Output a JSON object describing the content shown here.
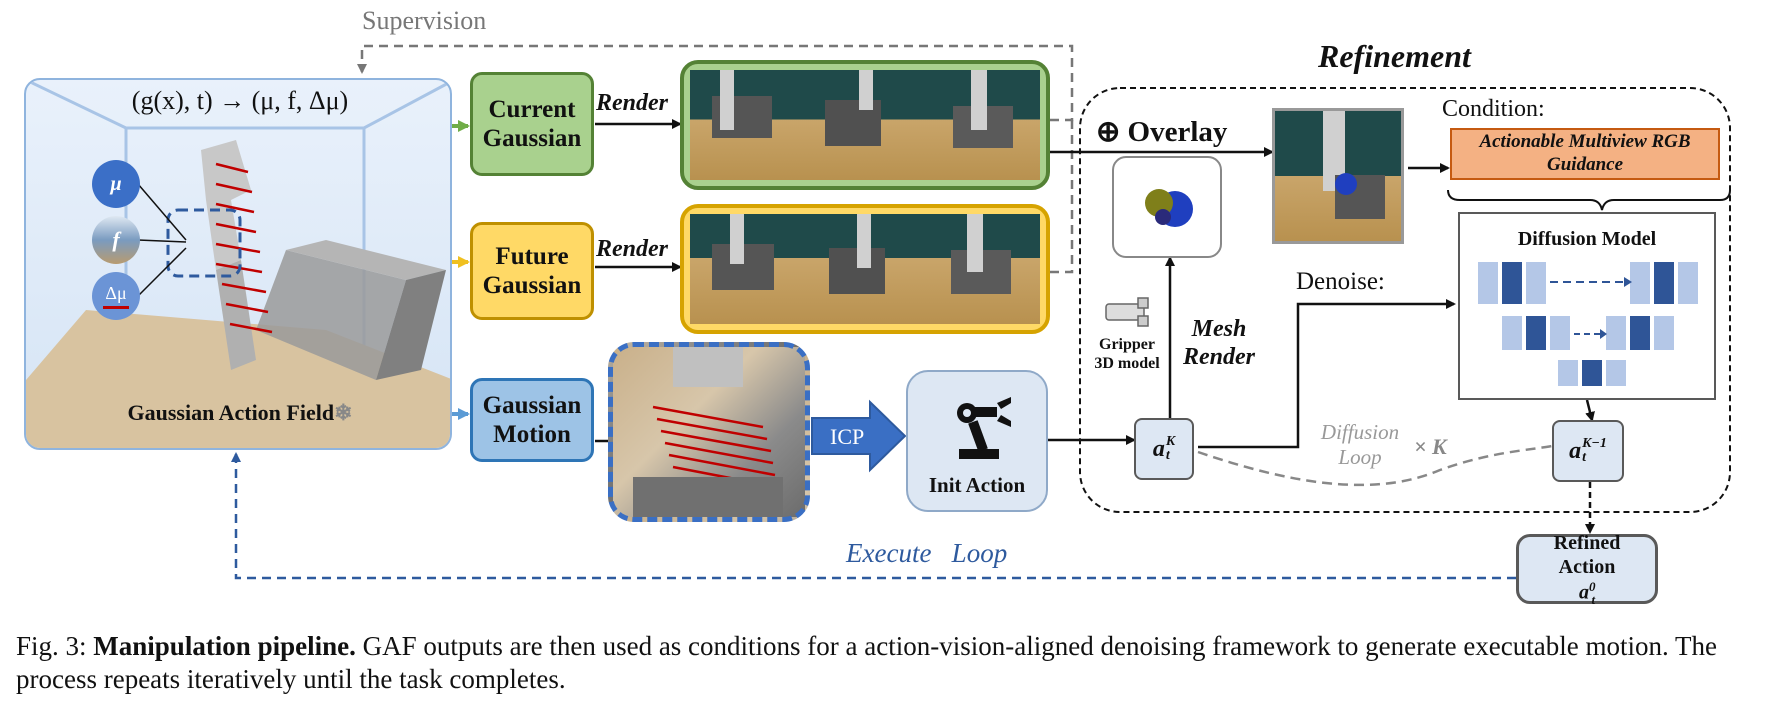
{
  "field": {
    "formula": "(g(x), t) → (μ, f, Δμ)",
    "label": "Gaussian Action Field",
    "badges": [
      "μ",
      "f",
      "Δμ"
    ]
  },
  "supervision_label": "Supervision",
  "nodes": {
    "current": "Current Gaussian",
    "future": "Future Gaussian",
    "motion": "Gaussian Motion",
    "init": "Init Action",
    "refined": "Refined Action"
  },
  "render_label": "Render",
  "icp_label": "ICP",
  "refinement": {
    "title": "Refinement",
    "overlay": "⊕ Overlay",
    "condition_label": "Condition:",
    "guidance": "Actionable Multiview RGB Guidance",
    "diffusion_model": "Diffusion Model",
    "denoise": "Denoise:",
    "gripper_model": "Gripper 3D model",
    "mesh_render": "Mesh Render",
    "diffusion_loop": "Diffusion Loop",
    "times_k": "× K",
    "action_k": "K",
    "action_k1": "K−1",
    "action_0": "0"
  },
  "execute_loop": "Execute   Loop",
  "caption": {
    "prefix": "Fig. 3: ",
    "bold": "Manipulation pipeline.",
    "rest": " GAF outputs are then used as conditions for a action-vision-aligned denoising framework to generate executable motion. The process repeats iteratively until the task completes."
  },
  "colors": {
    "green": "#a9d18e",
    "yellow": "#ffd966",
    "blue": "#9dc3e6",
    "orange": "#f4b183",
    "dark_blue": "#2e5a9e"
  }
}
